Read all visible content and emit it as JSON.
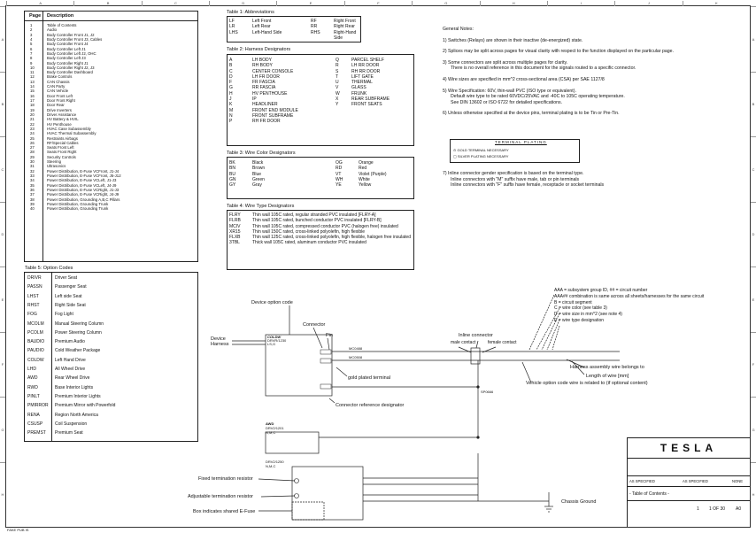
{
  "rulers": {
    "columns": [
      "A",
      "B",
      "C",
      "D",
      "E",
      "F",
      "G",
      "H",
      "I",
      "J",
      "K"
    ],
    "rows": [
      "A",
      "B",
      "C",
      "D",
      "E",
      "F",
      "G",
      "H"
    ]
  },
  "page_index": {
    "col_page": "Page",
    "col_desc": "Description",
    "rows": [
      [
        "1",
        "Table of Contents"
      ],
      [
        "2",
        "Audio"
      ],
      [
        "3",
        "Body Controller Front J1, J2"
      ],
      [
        "4",
        "Body Controller Front J3, Cables"
      ],
      [
        "5",
        "Body Controller Front J4"
      ],
      [
        "6",
        "Body Controller Left J1"
      ],
      [
        "7",
        "Body Controller Left J2, OHC"
      ],
      [
        "8",
        "Body Controller Left J3"
      ],
      [
        "9",
        "Body Controller Right J1"
      ],
      [
        "10",
        "Body Controller Right J2, J3"
      ],
      [
        "11",
        "Body Controller Dashboard"
      ],
      [
        "12",
        "Brake Controls"
      ],
      [
        "13",
        "CAN Chassis"
      ],
      [
        "14",
        "CAN Party"
      ],
      [
        "15",
        "CAN Vehicle"
      ],
      [
        "16",
        "Door Front Left"
      ],
      [
        "17",
        "Door Front Right"
      ],
      [
        "18",
        "Door Rear"
      ],
      [
        "19",
        "Drive Inverters"
      ],
      [
        "20",
        "Driver Assistance"
      ],
      [
        "21",
        "HV Battery & HVIL"
      ],
      [
        "22",
        "HV Penthouse"
      ],
      [
        "23",
        "HVAC Case Subassembly"
      ],
      [
        "24",
        "HVAC Thermal Subassembly"
      ],
      [
        "25",
        "Restraints Airbags"
      ],
      [
        "26",
        "RF/Special Cables"
      ],
      [
        "27",
        "Seats Front Left"
      ],
      [
        "28",
        "Seats Front Right"
      ],
      [
        "29",
        "Security Controls"
      ],
      [
        "30",
        "Steering"
      ],
      [
        "31",
        "Ultrasonics"
      ],
      [
        "32",
        "Power Distribution, E-Fuse VCFront, J1-J4"
      ],
      [
        "33",
        "Power Distribution, E-Fuse VCFront, J5-J12"
      ],
      [
        "34",
        "Power Distribution, E-Fuse VCLeft, J1-J3"
      ],
      [
        "35",
        "Power Distribution, E-Fuse VCLeft, J4-J9"
      ],
      [
        "36",
        "Power Distribution, E-Fuse VCRight, J1-J3"
      ],
      [
        "37",
        "Power Distribution, E-Fuse VCRight, J4-J9"
      ],
      [
        "38",
        "Power Distribution, Grounding A,B,C Pillars"
      ],
      [
        "39",
        "Power Distribution, Grounding Trunk"
      ],
      [
        "40",
        "Power Distribution, Grounding Trunk"
      ]
    ]
  },
  "table1": {
    "caption": "Table 1: Abbreviations",
    "rows": [
      [
        "LF",
        "Left Front",
        "RF",
        "Right Front"
      ],
      [
        "LR",
        "Left Rear",
        "RR",
        "Right Rear"
      ],
      [
        "LHS",
        "Left-Hand Side",
        "RHS",
        "Right-Hand Side"
      ]
    ]
  },
  "table2": {
    "caption": "Table 2: Harness Designators",
    "rows": [
      [
        "A",
        "LH BODY",
        "Q",
        "PARCEL SHELF"
      ],
      [
        "B",
        "RH BODY",
        "R",
        "LH RR DOOR"
      ],
      [
        "C",
        "CENTER CONSOLE",
        "S",
        "RH RR DOOR"
      ],
      [
        "D",
        "LH FR DOOR",
        "T",
        "LIFT GATE"
      ],
      [
        "F",
        "FR FASCIA",
        "U",
        "THERMAL"
      ],
      [
        "G",
        "RR FASCIA",
        "V",
        "GLASS"
      ],
      [
        "H",
        "HV PENTHOUSE",
        "W",
        "FRUNK"
      ],
      [
        "J",
        "IP",
        "X",
        "REAR SUBFRAME"
      ],
      [
        "K",
        "HEADLINER",
        "Y",
        "FRONT SEATS"
      ],
      [
        "M",
        "FRONT END MODULE",
        "",
        ""
      ],
      [
        "N",
        "FRONT SUBFRAME",
        "",
        ""
      ],
      [
        "P",
        "RH FR DOOR",
        "",
        ""
      ]
    ]
  },
  "table3": {
    "caption": "Table 3: Wire Color Designators",
    "rows": [
      [
        "BK",
        "Black",
        "OG",
        "Orange"
      ],
      [
        "BN",
        "Brown",
        "RD",
        "Red"
      ],
      [
        "BU",
        "Blue",
        "VT",
        "Violet (Purple)"
      ],
      [
        "GN",
        "Green",
        "WH",
        "White"
      ],
      [
        "GY",
        "Gray",
        "YE",
        "Yellow"
      ]
    ]
  },
  "table4": {
    "caption": "Table 4: Wire Type Designators",
    "rows": [
      [
        "FLRY",
        "Thin wall 105C rated, regular stranded PVC insulated [FLRY-A]"
      ],
      [
        "FLRB",
        "Thin wall 105C rated, bunched conductor PVC insulated [FLRY-B]"
      ],
      [
        "MCIV",
        "Thin wall 105C rated, compressed conductor PVC (halogen free) insulated"
      ],
      [
        "XR15",
        "Thin wall 150C rated, cross-linked polyolefin, high flexible"
      ],
      [
        "FLXB",
        "Thin wall 125C rated, cross-linked polyolefin, high flexible, halogen free insulated"
      ],
      [
        "3TBL",
        "Thick wall 105C rated, aluminum conductor PVC insulated"
      ]
    ]
  },
  "table5": {
    "caption": "Table 5: Option Codes",
    "rows": [
      [
        "DRIVR",
        "Driver Seat"
      ],
      [
        "PASSN",
        "Passenger Seat"
      ],
      [
        "LHST",
        "Left side Seat"
      ],
      [
        "RHST",
        "Right Side Seat"
      ],
      [
        "FOG",
        "Fog Light"
      ],
      [
        "MCOLM",
        "Manual Steering Column"
      ],
      [
        "PCOLM",
        "Power Steering Column"
      ],
      [
        "BAUDIO",
        "Premium Audio"
      ],
      [
        "PAUDIO",
        "Cold Weather Package"
      ],
      [
        "COLDW",
        "Left Hand Drive"
      ],
      [
        "LHD",
        "All Wheel Drive"
      ],
      [
        "AWD",
        "Rear Wheel Drive"
      ],
      [
        "RWD",
        "Base Interior Lights"
      ],
      [
        "PINLT",
        "Premium Interior Lights"
      ],
      [
        "PMIRROR",
        "Premium Mirror with Powerfold"
      ],
      [
        "RENA",
        "Region North America"
      ],
      [
        "CSUSP",
        "Coil Suspension"
      ],
      [
        "PREMST",
        "Premium Seat"
      ]
    ]
  },
  "notes": {
    "heading": "General Notes:",
    "n1": "1) Switches (Relays) are shown in their inactive (de-energized) state.",
    "n2": "2) Splices may be split across pages for visual clarity with respect to the function displayed on the particular page.",
    "n3a": "3) Some connectors are split across multiple pages for clarity.",
    "n3b": "There is no overall reference in this document for the signals routed to a specific connector.",
    "n4": "4) Wire sizes are specified in mm^2 cross-sectional area (CSA) per SAE 1127/8",
    "n5a": "5) Wire Specification: 60V, thin-wall PVC (ISO type or equivalent).",
    "n5b": "Default wire type to be rated 60VDC/25VAC and -40C to 105C operating temperature.",
    "n5c": "See DIN 13602 or ISO 6722 for detailed specifications.",
    "n6": "6) Unless otherwise specified at the device pins, terminal plating is to be Tin or Pre-Tin.",
    "plating_title": "TERMINAL PLATING",
    "plating_gold": "GOLD TERMINAL NECESSARY",
    "plating_silver": "SILVER PLATING NECESSARY",
    "n7a": "7) Inline connector gender specification is based on the terminal type.",
    "n7b": "Inline connectors with \"M\" suffix have male, tab or pin terminals",
    "n7c": "Inline connectors with \"F\" suffix have female, receptacle or socket terminals"
  },
  "legend": {
    "aaa1": "AAA = subsystem group ID, ## = circuit number",
    "aaa2": "AAA## combination is same across all sheets/harnesses for the same circuit",
    "b": "B = circuit segment",
    "c": "C = wire color (see table 3)",
    "d": "D = wire size in mm^2 (see note 4)",
    "e": "E = wire type designation"
  },
  "diagram": {
    "device_option_code": "Device option code",
    "connector": "Connector",
    "pin": "Pin",
    "device": "Device",
    "harness": "Harness",
    "coldw": "COLDW",
    "device_id": "DRVR/1230",
    "device_sub": "LS,G",
    "inline_connector": "Inline connector",
    "male_contact": "male contact",
    "female_contact": "female contact",
    "gold_plated": "gold plated terminal",
    "harness_belongs": "Harness assembly wire belongs to",
    "length_of_wire": "Length of wire [mm]",
    "vehicle_option": "Vehicle option code wire is related to (if optional content)",
    "conn_ref": "Connector reference designator",
    "awd": "AWD",
    "awd_id": "DRV2/1201",
    "awd_sub": "N,M,C",
    "lower_id": "DRV2/1250",
    "lower_sub": "N,M,C",
    "fixed_term": "Fixed termination resistor",
    "adj_term": "Adjustable termination resistor",
    "efuse_box": "Box indicates shared E-Fuse",
    "chassis_ground": "Chassis Ground",
    "wire1": "MC0488",
    "wire2": "MC0508",
    "splice": "SP0666"
  },
  "title_block": {
    "logo": "TESLA",
    "subtitle": "- Table of Contents -",
    "scale_label": "AS SPECIFIED",
    "scale_value": "AS SPECIFIED",
    "size": "NONE",
    "sheet": "1",
    "of": "1 OF 30",
    "rev": "A0"
  },
  "footer_left": "FAKE PUB IS"
}
